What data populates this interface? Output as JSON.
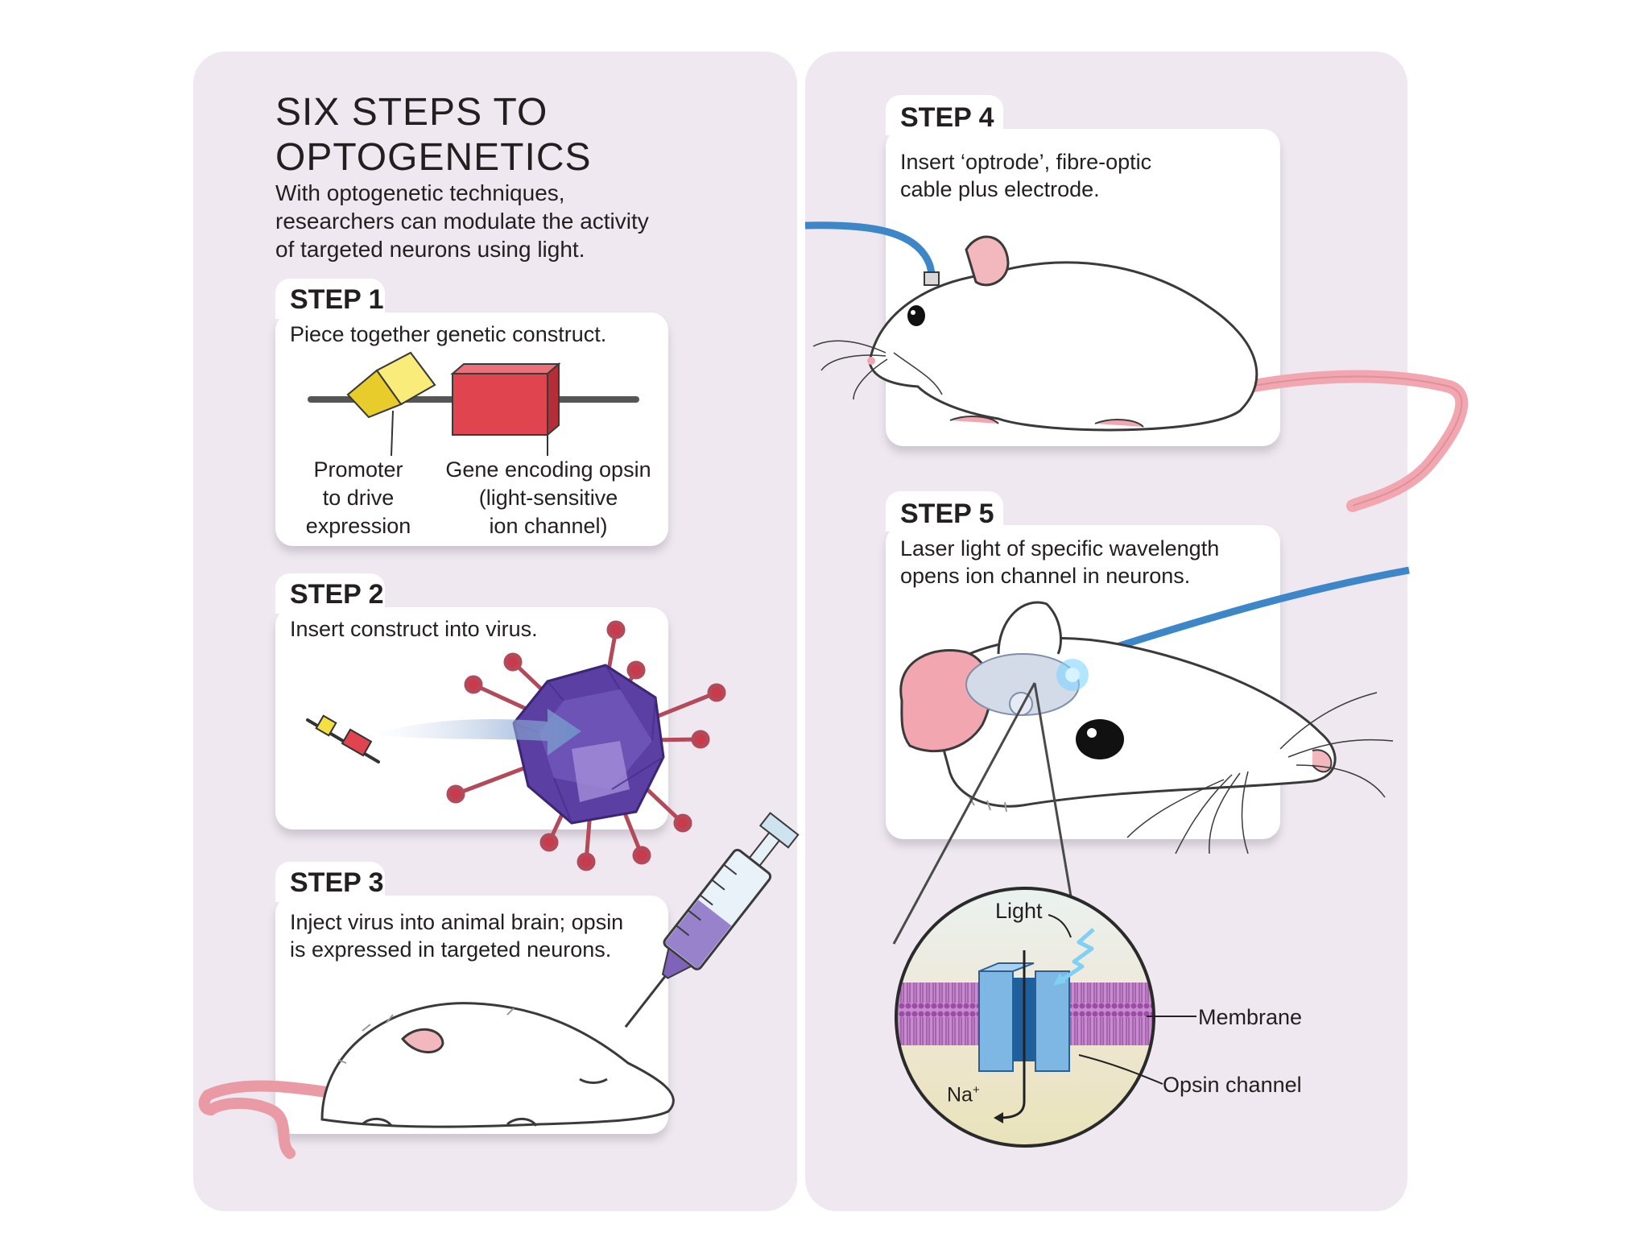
{
  "title_line1": "SIX STEPS TO",
  "title_line2": "OPTOGENETICS",
  "intro": [
    "With optogenetic techniques,",
    "researchers can modulate the activity",
    "of targeted neurons using light."
  ],
  "steps": [
    {
      "heading": "STEP 1",
      "desc": [
        "Piece together genetic construct."
      ]
    },
    {
      "heading": "STEP 2",
      "desc": [
        "Insert construct into virus."
      ]
    },
    {
      "heading": "STEP 3",
      "desc": [
        "Inject virus into animal brain; opsin",
        "is expressed in targeted neurons."
      ]
    },
    {
      "heading": "STEP 4",
      "desc": [
        "Insert ‘optrode’, fibre-optic",
        "cable plus electrode."
      ]
    },
    {
      "heading": "STEP 5",
      "desc": [
        "Laser light of specific wavelength",
        "opens ion channel in neurons."
      ]
    }
  ],
  "construct_labels": {
    "promoter": [
      "Promoter",
      "to drive",
      "expression"
    ],
    "gene": [
      "Gene encoding opsin",
      "(light-sensitive",
      "ion channel)"
    ]
  },
  "inset_labels": {
    "light": "Light",
    "membrane": "Membrane",
    "opsin_channel": "Opsin channel",
    "ion": "Na",
    "ion_charge": "+"
  },
  "colors": {
    "panel": "#efe8f0",
    "card": "#ffffff",
    "promoter": "#f5e042",
    "gene": "#e0444e",
    "virus": "#5b3fa3",
    "cable": "#3d87c8",
    "tail": "#f2a7b0",
    "membrane": "#b36ab8",
    "channel": "#3d7fc0"
  }
}
